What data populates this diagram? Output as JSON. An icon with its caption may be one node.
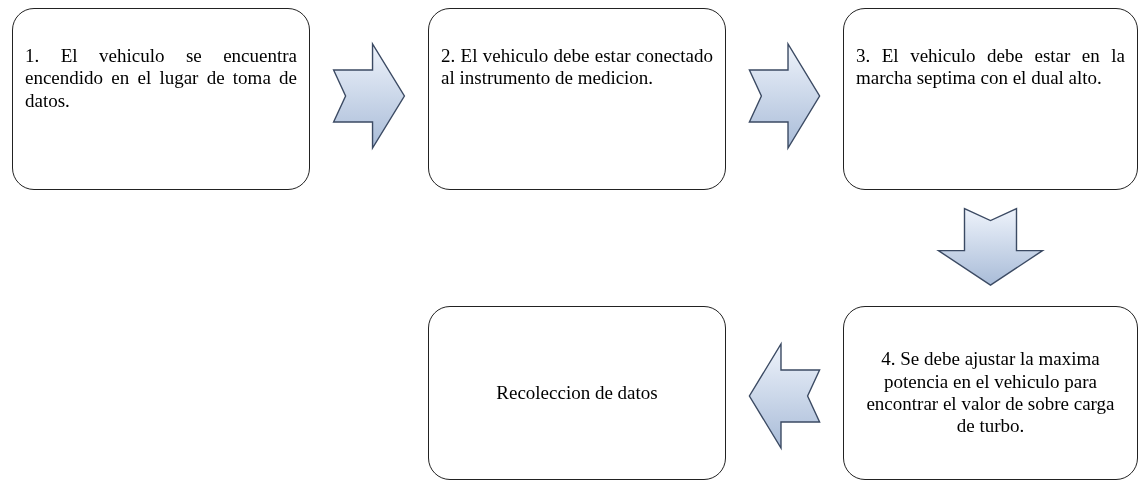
{
  "diagram": {
    "nodes": [
      {
        "text": [
          "1. El vehiculo se encuentra encendido en el lugar de toma de datos."
        ]
      },
      {
        "text": [
          "2. El vehiculo debe estar conectado al instrumento de medicion."
        ]
      },
      {
        "text": [
          "3. El vehiculo debe estar en la marcha septima con el dual alto."
        ]
      },
      {
        "text": [
          "4. Se debe ajustar la maxima potencia en el vehiculo para encontrar el valor de sobre carga de turbo."
        ]
      },
      {
        "text": [
          "Recoleccion de datos"
        ]
      }
    ],
    "edges": [
      {
        "from": 0,
        "to": 1,
        "arrow": "to"
      },
      {
        "from": 1,
        "to": 2,
        "arrow": "to"
      },
      {
        "from": 2,
        "to": 3,
        "arrow": "to"
      },
      {
        "from": 3,
        "to": 4,
        "arrow": "to"
      }
    ]
  }
}
